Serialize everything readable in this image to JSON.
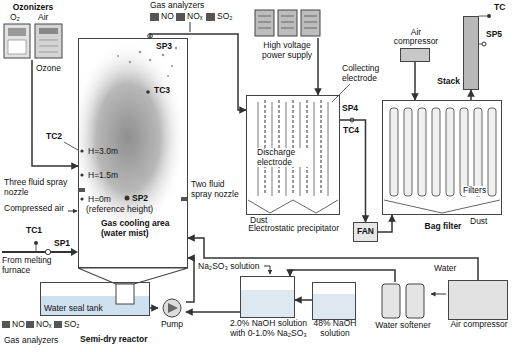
{
  "diagram": {
    "nodes": [
      {
        "text": [
          "Ozonizers"
        ]
      },
      {
        "text": [
          "High voltage power supply"
        ]
      },
      {
        "text": [
          "Air compressor"
        ]
      },
      {
        "text": [
          "Stack"
        ]
      },
      {
        "text": [
          "Gas cooling area (water mist)"
        ]
      },
      {
        "text": [
          "Electrostatic precipitator"
        ]
      },
      {
        "text": [
          "FAN"
        ]
      },
      {
        "text": [
          "Bag filter"
        ]
      },
      {
        "text": [
          "Water seal tank"
        ]
      },
      {
        "text": [
          "Pump"
        ]
      },
      {
        "text": [
          "2.0% NaOH solution with 0-1.0% Na₂SO₃"
        ]
      },
      {
        "text": [
          "48% NaOH solution"
        ]
      },
      {
        "text": [
          "Water softener"
        ]
      },
      {
        "text": [
          "Air compressor"
        ]
      }
    ],
    "edges": [
      {
        "from": 0,
        "to": 4,
        "arrow": "to"
      },
      {
        "from": 4,
        "to": 5,
        "arrow": "to"
      },
      {
        "from": 1,
        "to": 5,
        "arrow": "to"
      },
      {
        "from": 5,
        "to": 6,
        "arrow": "to"
      },
      {
        "from": 6,
        "to": 7,
        "arrow": "to"
      },
      {
        "from": 2,
        "to": 7,
        "arrow": "to"
      },
      {
        "from": 7,
        "to": 3,
        "arrow": "to"
      },
      {
        "from": 8,
        "to": 9,
        "arrow": "to"
      },
      {
        "from": 9,
        "to": 4,
        "arrow": "to"
      },
      {
        "from": 10,
        "to": 9,
        "arrow": "to"
      },
      {
        "from": 11,
        "to": 10,
        "arrow": "to"
      },
      {
        "from": 12,
        "to": 10,
        "arrow": "to"
      },
      {
        "from": 13,
        "to": 4,
        "arrow": "to"
      }
    ],
    "labels": [
      "O₂",
      "Air",
      "Ozone",
      "Gas analyzers",
      "NO",
      "NOₓ",
      "SO₂",
      "SP3",
      "TC3",
      "TC2",
      "H=3.0m",
      "H=1.5m",
      "H=0m",
      "(reference height)",
      "SP2",
      "Three fluid spray nozzle",
      "Compressed air",
      "Two fluid spray nozzle",
      "TC1",
      "SP1",
      "From melting furnace",
      "Na₂SO₃ solution",
      "Discharge electrode",
      "Collecting electrode",
      "SP4",
      "TC4",
      "Dust",
      "Dust",
      "Filters",
      "TC",
      "SP5",
      "Water",
      "NO",
      "NOₓ",
      "SO₂",
      "Gas analyzers",
      "Semi-dry reactor"
    ]
  }
}
